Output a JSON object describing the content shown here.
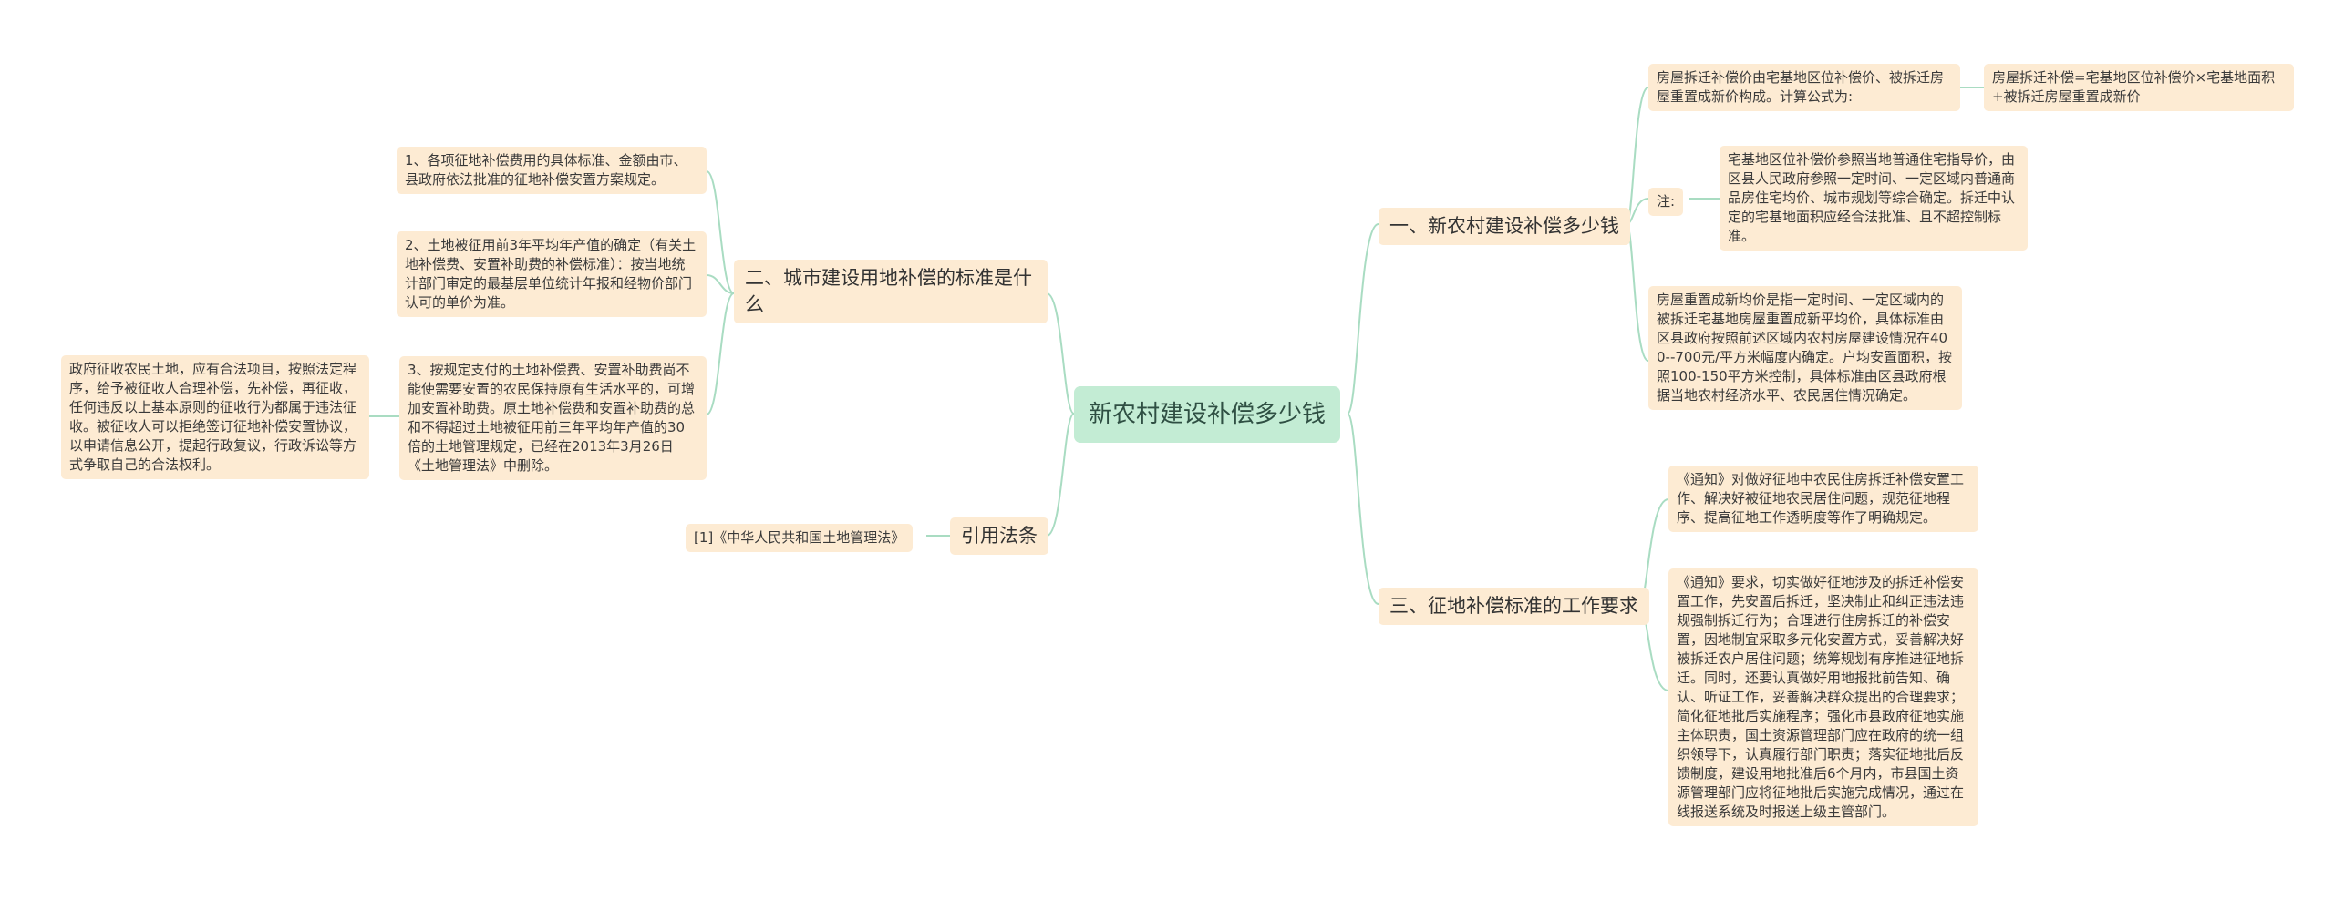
{
  "diagram": {
    "root": {
      "text": "新农村建设补偿多少钱"
    },
    "branches": {
      "b1": {
        "title": "一、新农村建设补偿多少钱"
      },
      "b1_formula_desc": "房屋拆迁补偿价由宅基地区位补偿价、被拆迁房屋重置成新价构成。计算公式为:",
      "b1_formula": "房屋拆迁补偿=宅基地区位补偿价×宅基地面积+被拆迁房屋重置成新价",
      "b1_note_label": "注:",
      "b1_note_text": "宅基地区位补偿价参照当地普通住宅指导价，由区县人民政府参照一定时间、一定区域内普通商品房住宅均价、城市规划等综合确定。拆迁中认定的宅基地面积应经合法批准、且不超控制标准。",
      "b1_rebuild": "房屋重置成新均价是指一定时间、一定区域内的被拆迁宅基地房屋重置成新平均价，具体标准由区县政府按照前述区域内农村房屋建设情况在400--700元/平方米幅度内确定。户均安置面积，按照100-150平方米控制，具体标准由区县政府根据当地农村经济水平、农民居住情况确定。",
      "b2": {
        "title": "二、城市建设用地补偿的标准是什么"
      },
      "b2_item1": "1、各项征地补偿费用的具体标准、金额由市、县政府依法批准的征地补偿安置方案规定。",
      "b2_item2": "2、土地被征用前3年平均年产值的确定（有关土地补偿费、安置补助费的补偿标准）：按当地统计部门审定的最基层单位统计年报和经物价部门认可的单价为准。",
      "b2_item3": "3、按规定支付的土地补偿费、安置补助费尚不能使需要安置的农民保持原有生活水平的，可增加安置补助费。原土地补偿费和安置补助费的总和不得超过土地被征用前三年平均年产值的30倍的土地管理规定，已经在2013年3月26日《土地管理法》中删除。",
      "b2_item3_child": "政府征收农民土地，应有合法项目，按照法定程序，给予被征收人合理补偿，先补偿，再征收，任何违反以上基本原则的征收行为都属于违法征收。被征收人可以拒绝签订征地补偿安置协议，以申请信息公开，提起行政复议，行政诉讼等方式争取自己的合法权利。",
      "b3": {
        "title": "三、征地补偿标准的工作要求"
      },
      "b3_item1": "《通知》对做好征地中农民住房拆迁补偿安置工作、解决好被征地农民居住问题，规范征地程序、提高征地工作透明度等作了明确规定。",
      "b3_item2": "《通知》要求，切实做好征地涉及的拆迁补偿安置工作，先安置后拆迁，坚决制止和纠正违法违规强制拆迁行为；合理进行住房拆迁的补偿安置，因地制宜采取多元化安置方式，妥善解决好被拆迁农户居住问题；统筹规划有序推进征地拆迁。同时，还要认真做好用地报批前告知、确认、听证工作，妥善解决群众提出的合理要求；简化征地批后实施程序；强化市县政府征地实施主体职责，国土资源管理部门应在政府的统一组织领导下，认真履行部门职责；落实征地批后反馈制度，建设用地批准后6个月内，市县国土资源管理部门应将征地批后实施完成情况，通过在线报送系统及时报送上级主管部门。",
      "b4": {
        "title": "引用法条"
      },
      "b4_item1": "[1]《中华人民共和国土地管理法》"
    }
  }
}
